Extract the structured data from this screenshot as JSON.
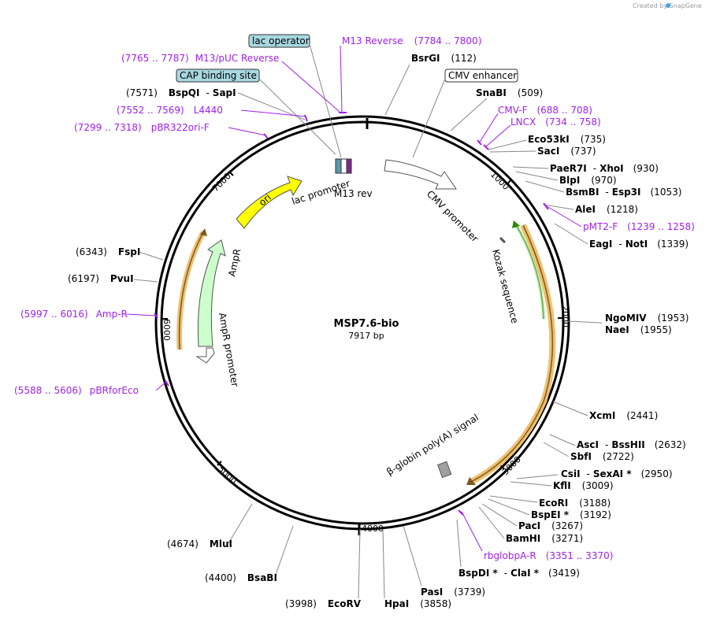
{
  "credit": "Created by SnapGene",
  "plasmid": {
    "name": "MSP7.6-bio",
    "length_label": "7917 bp"
  },
  "ticks": [
    "1000",
    "2000",
    "3000",
    "4000",
    "5000",
    "6000",
    "7000"
  ],
  "features": {
    "ori": "ori",
    "ampr": "AmpR",
    "ampr_promoter": "AmpR promoter",
    "lac_promoter": "lac promoter",
    "m13_rev": "M13 rev",
    "cmv_promoter": "CMV promoter",
    "kozak": "Kozak sequence",
    "bglobin": "β-globin poly(A) signal"
  },
  "boxed_labels": {
    "lac_operator": "lac operator",
    "cap_site": "CAP binding site",
    "cmv_enhancer": "CMV enhancer"
  },
  "sites": {
    "bsrgi": {
      "name": "BsrGI",
      "pos": "(112)"
    },
    "snabi": {
      "name": "SnaBI",
      "pos": "(509)"
    },
    "eco53ki": {
      "name": "Eco53kI",
      "pos": "(735)"
    },
    "saci": {
      "name": "SacI",
      "pos": "(737)"
    },
    "paer7i": {
      "name": "PaeR7I",
      "sep": "-",
      "name2": "XhoI",
      "pos": "(930)"
    },
    "blpi": {
      "name": "BlpI",
      "pos": "(970)"
    },
    "bsmbi": {
      "name": "BsmBI",
      "sep": "-",
      "name2": "Esp3I",
      "pos": "(1053)"
    },
    "alei": {
      "name": "AleI",
      "pos": "(1218)"
    },
    "eagi": {
      "name": "EagI",
      "sep": "-",
      "name2": "NotI",
      "pos": "(1339)"
    },
    "ngomiv": {
      "name": "NgoMIV",
      "pos": "(1953)"
    },
    "naei": {
      "name": "NaeI",
      "pos": "(1955)"
    },
    "xcmi": {
      "name": "XcmI",
      "pos": "(2441)"
    },
    "asci": {
      "name": "AscI",
      "sep": "-",
      "name2": "BssHII",
      "pos": "(2632)"
    },
    "sbfi": {
      "name": "SbfI",
      "pos": "(2722)"
    },
    "csii": {
      "name": "CsiI",
      "sep": "-",
      "name2": "SexAI *",
      "pos": "(2950)"
    },
    "kfli": {
      "name": "KflI",
      "pos": "(3009)"
    },
    "ecori": {
      "name": "EcoRI",
      "pos": "(3188)"
    },
    "bspei": {
      "name": "BspEI *",
      "pos": "(3192)"
    },
    "paci": {
      "name": "PacI",
      "pos": "(3267)"
    },
    "bamhi": {
      "name": "BamHI",
      "pos": "(3271)"
    },
    "bspdi": {
      "name": "BspDI *",
      "sep": "-",
      "name2": "ClaI *",
      "pos": "(3419)"
    },
    "pasi": {
      "name": "PasI",
      "pos": "(3739)"
    },
    "hpai": {
      "name": "HpaI",
      "pos": "(3858)"
    },
    "ecorv": {
      "name": "EcoRV",
      "pos": "(3998)"
    },
    "bsabi": {
      "name": "BsaBI",
      "pos": "(4400)"
    },
    "mlui": {
      "name": "MluI",
      "pos": "(4674)"
    },
    "fspi": {
      "name": "FspI",
      "pos": "(6343)"
    },
    "pvui": {
      "name": "PvuI",
      "pos": "(6197)"
    },
    "bspqi": {
      "name": "BspQI",
      "sep": "-",
      "name2": "SapI",
      "pos": "(7571)"
    }
  },
  "primers": {
    "m13rev": {
      "name": "M13 Reverse",
      "range": "(7784 .. 7800)"
    },
    "m13puc": {
      "name": "M13/pUC Reverse",
      "range": "(7765 .. 7787)"
    },
    "l4440": {
      "name": "L4440",
      "range": "(7552 .. 7569)"
    },
    "pbr322": {
      "name": "pBR322ori-F",
      "range": "(7299 .. 7318)"
    },
    "cmvf": {
      "name": "CMV-F",
      "range": "(688 .. 708)"
    },
    "lncx": {
      "name": "LNCX",
      "range": "(734 .. 758)"
    },
    "pmt2f": {
      "name": "pMT2-F",
      "range": "(1239 .. 1258)"
    },
    "rbglob": {
      "name": "rbglobpA-R",
      "range": "(3351 .. 3370)"
    },
    "ampr": {
      "name": "Amp-R",
      "range": "(5997 .. 6016)"
    },
    "pbrfor": {
      "name": "pBRforEco",
      "range": "(5588 .. 5606)"
    }
  },
  "colors": {
    "primer": "#a020f0",
    "ori_fill": "#ffff00",
    "ampr_fill": "#ccffcc",
    "orf_outline": "#f0c070",
    "kozak_green": "#2a8a00",
    "feature_box": "#a8d8e0",
    "polya_gray": "#a0a0a0"
  }
}
